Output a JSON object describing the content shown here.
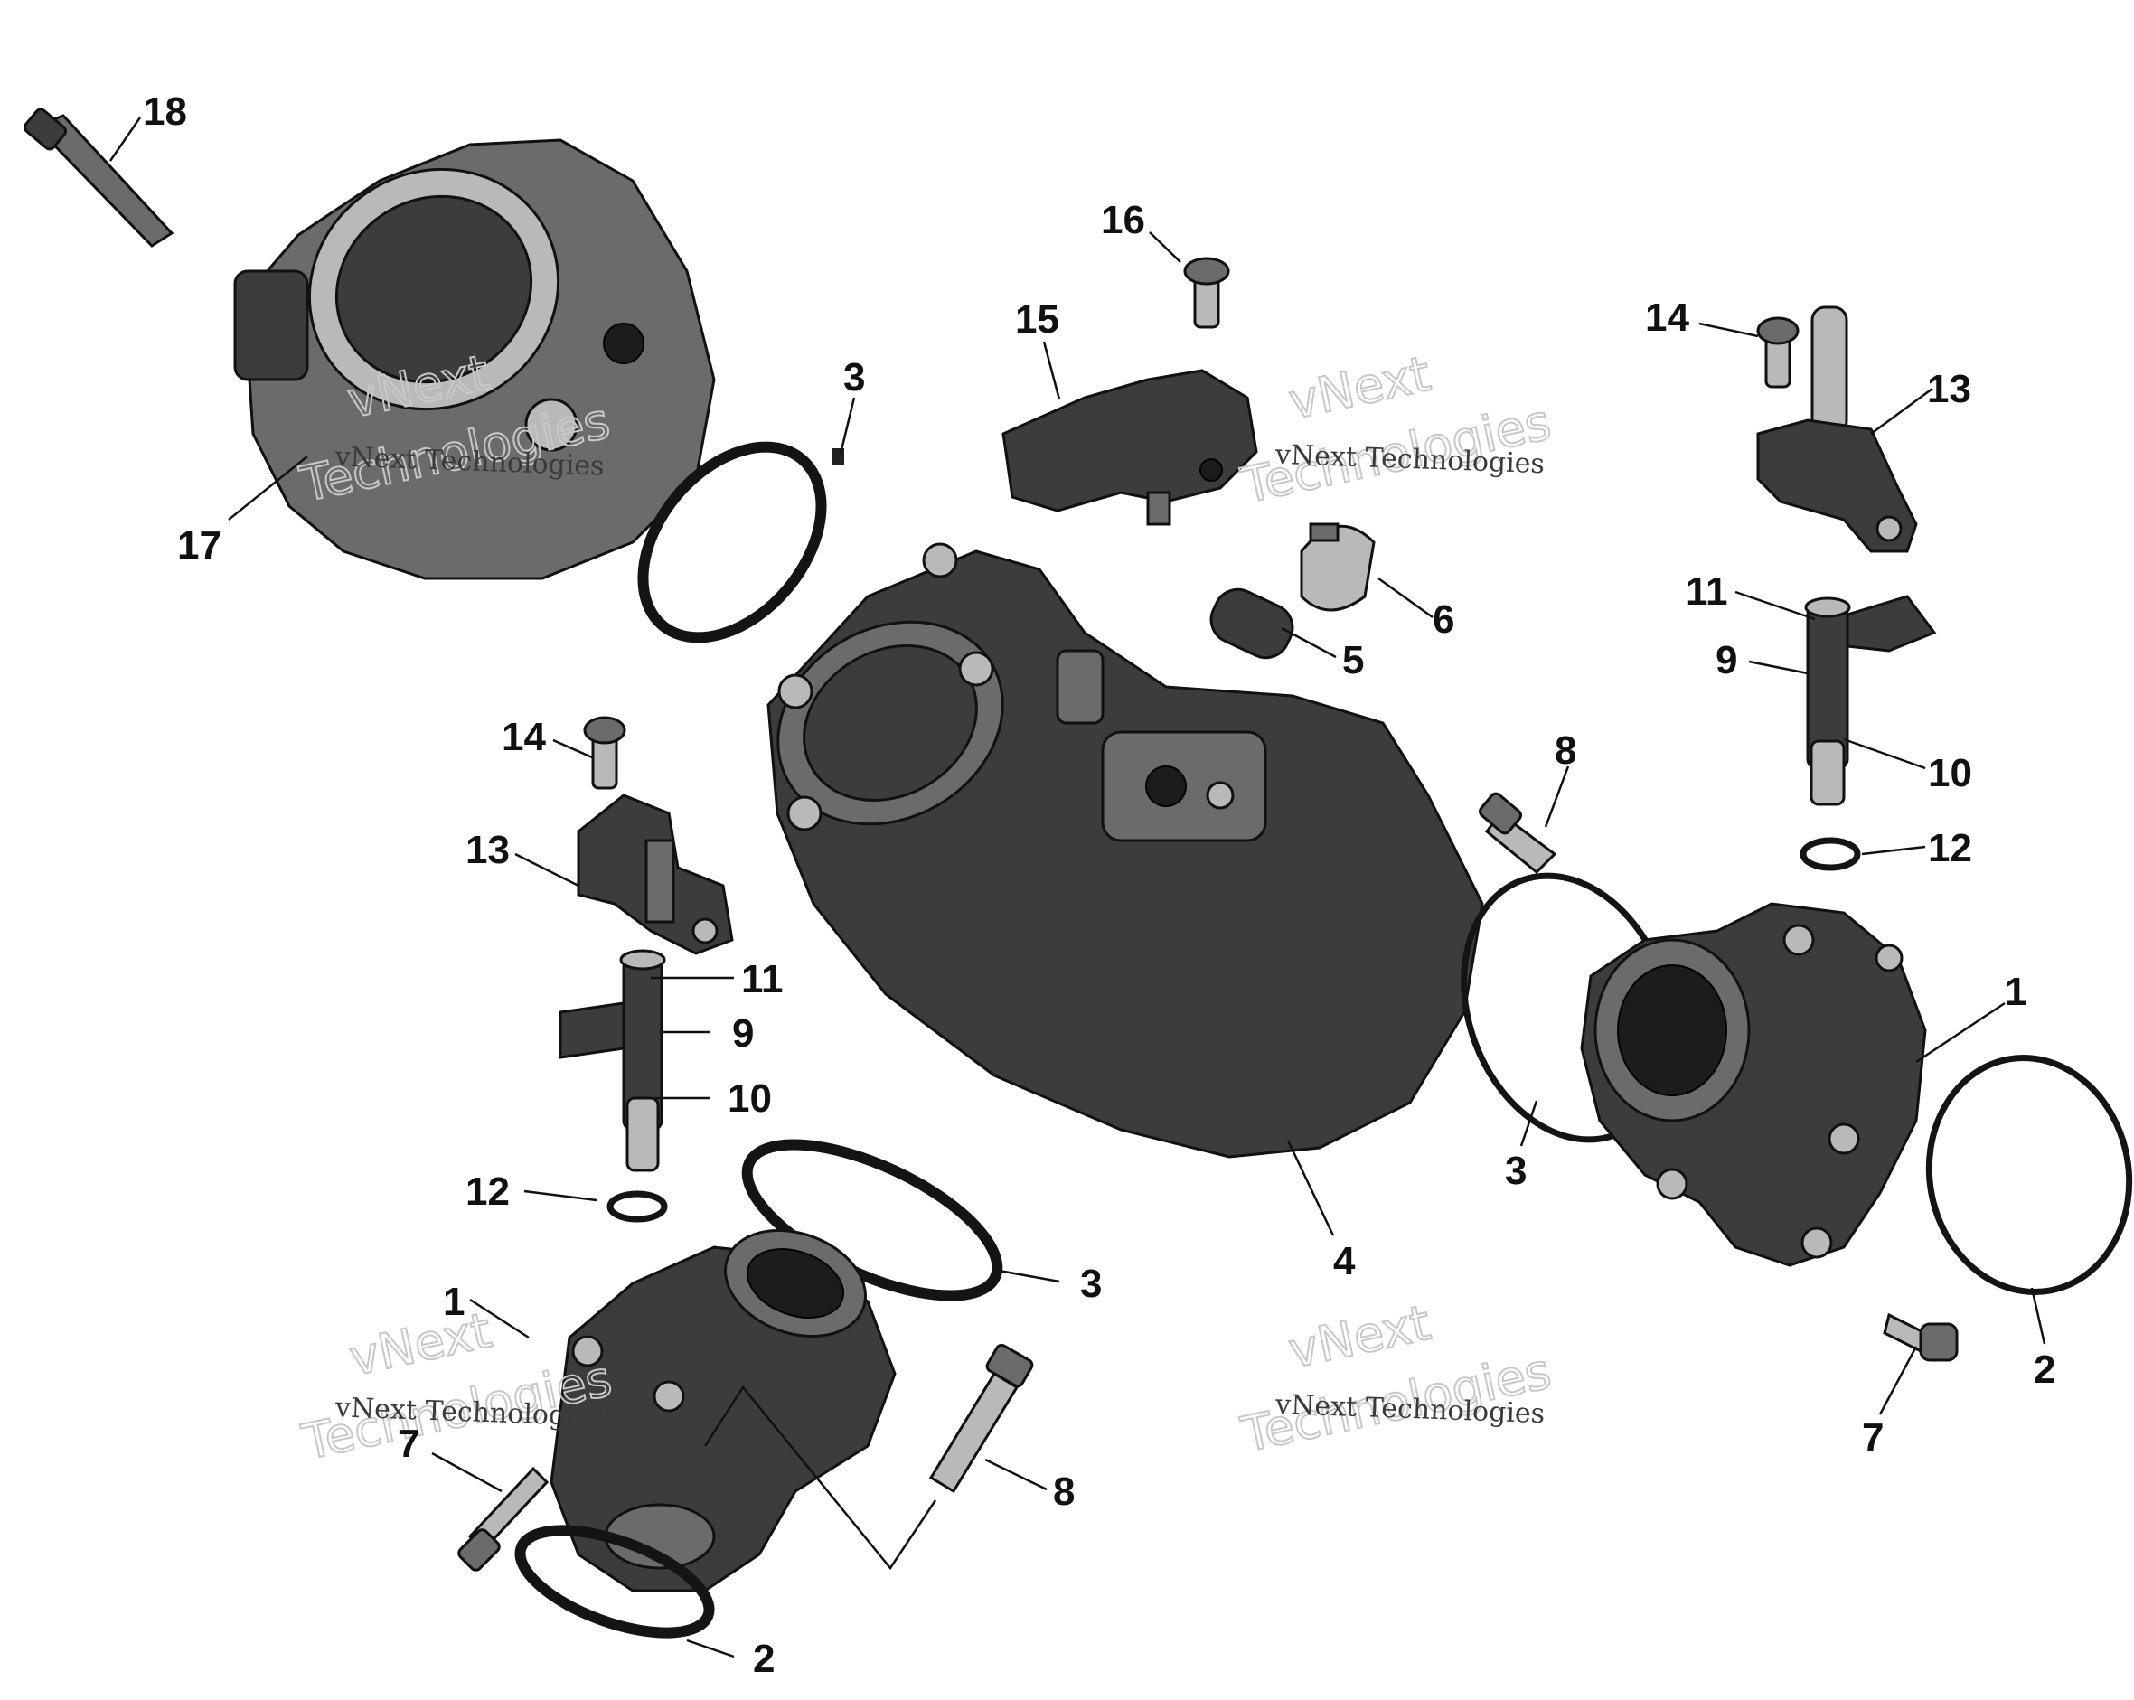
{
  "watermark": {
    "title_line1": "vNext",
    "title_line2": "Technologies",
    "caption": "vNext Technologies"
  },
  "callouts": [
    {
      "id": "c18",
      "label": "18"
    },
    {
      "id": "c17",
      "label": "17"
    },
    {
      "id": "c3a",
      "label": "3"
    },
    {
      "id": "c16",
      "label": "16"
    },
    {
      "id": "c15",
      "label": "15"
    },
    {
      "id": "c14a",
      "label": "14"
    },
    {
      "id": "c13a",
      "label": "13"
    },
    {
      "id": "c6",
      "label": "6"
    },
    {
      "id": "c5",
      "label": "5"
    },
    {
      "id": "c11a",
      "label": "11"
    },
    {
      "id": "c9a",
      "label": "9"
    },
    {
      "id": "c10a",
      "label": "10"
    },
    {
      "id": "c12a",
      "label": "12"
    },
    {
      "id": "c8a",
      "label": "8"
    },
    {
      "id": "c1a",
      "label": "1"
    },
    {
      "id": "c3b",
      "label": "3"
    },
    {
      "id": "c4",
      "label": "4"
    },
    {
      "id": "c2a",
      "label": "2"
    },
    {
      "id": "c7a",
      "label": "7"
    },
    {
      "id": "c14b",
      "label": "14"
    },
    {
      "id": "c13b",
      "label": "13"
    },
    {
      "id": "c11b",
      "label": "11"
    },
    {
      "id": "c9b",
      "label": "9"
    },
    {
      "id": "c10b",
      "label": "10"
    },
    {
      "id": "c12b",
      "label": "12"
    },
    {
      "id": "c3c",
      "label": "3"
    },
    {
      "id": "c1b",
      "label": "1"
    },
    {
      "id": "c7b",
      "label": "7"
    },
    {
      "id": "c8b",
      "label": "8"
    },
    {
      "id": "c2b",
      "label": "2"
    }
  ]
}
